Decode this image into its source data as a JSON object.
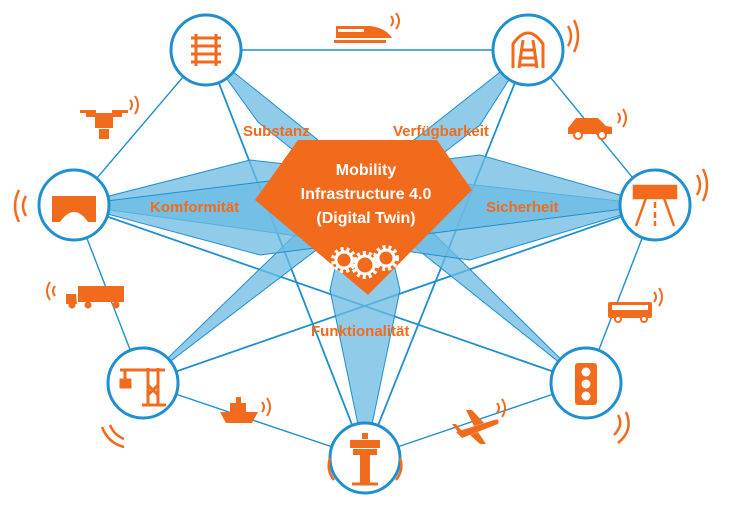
{
  "center": {
    "line1": "Mobility",
    "line2": "Infrastructure  4.0",
    "line3": "(Digital Twin)"
  },
  "aspects": {
    "substanz": "Substanz",
    "verfuegbarkeit": "Verfügbarkeit",
    "konformitaet": "Komformität",
    "sicherheit": "Sicherheit",
    "funktionalitaet": "Funktionalität"
  },
  "colors": {
    "blue_line": "#1f8fd0",
    "blue_fill": "#6bbbe3",
    "orange": "#f26b1d",
    "white": "#ffffff"
  },
  "nodes": [
    {
      "id": "rail-track",
      "icon": "rail-track-icon"
    },
    {
      "id": "tunnel",
      "icon": "rail-tunnel-icon"
    },
    {
      "id": "bridge",
      "icon": "bridge-icon"
    },
    {
      "id": "highway",
      "icon": "highway-icon"
    },
    {
      "id": "crane",
      "icon": "harbor-crane-icon"
    },
    {
      "id": "traffic-light",
      "icon": "traffic-light-icon"
    },
    {
      "id": "control-tower",
      "icon": "control-tower-icon"
    }
  ],
  "vehicles": [
    "high-speed-train-icon",
    "drone-icon",
    "car-icon",
    "truck-icon",
    "bus-icon",
    "ship-icon",
    "airplane-icon"
  ]
}
